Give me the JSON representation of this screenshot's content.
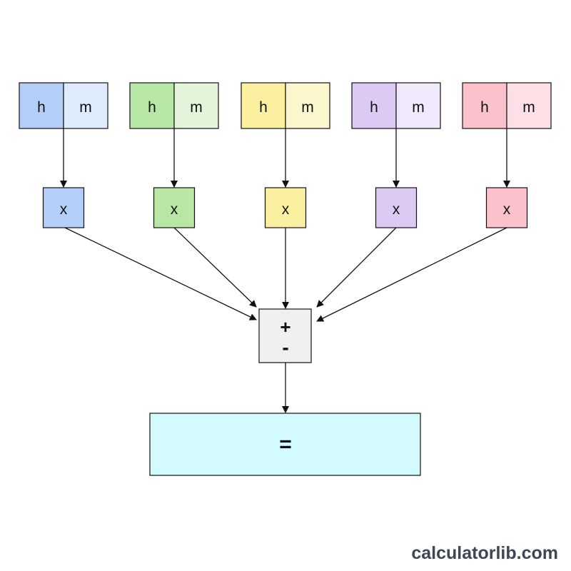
{
  "groups": [
    {
      "h": "h",
      "m": "m",
      "x": "x",
      "colors": {
        "dark": "#b3cff7",
        "light": "#deebfc"
      }
    },
    {
      "h": "h",
      "m": "m",
      "x": "x",
      "colors": {
        "dark": "#b8e6a4",
        "light": "#e2f5da"
      }
    },
    {
      "h": "h",
      "m": "m",
      "x": "x",
      "colors": {
        "dark": "#faf0a0",
        "light": "#fcf6cc"
      }
    },
    {
      "h": "h",
      "m": "m",
      "x": "x",
      "colors": {
        "dark": "#dccaf5",
        "light": "#f0e8fb"
      }
    },
    {
      "h": "h",
      "m": "m",
      "x": "x",
      "colors": {
        "dark": "#fbc2cc",
        "light": "#fde0e5"
      }
    }
  ],
  "operator": {
    "plus": "+",
    "minus": "-",
    "fill": "#f0f0f0"
  },
  "result": {
    "symbol": "=",
    "fill": "#d3fbfd"
  },
  "line_color": "#111111",
  "watermark": "calculatorlib.com"
}
